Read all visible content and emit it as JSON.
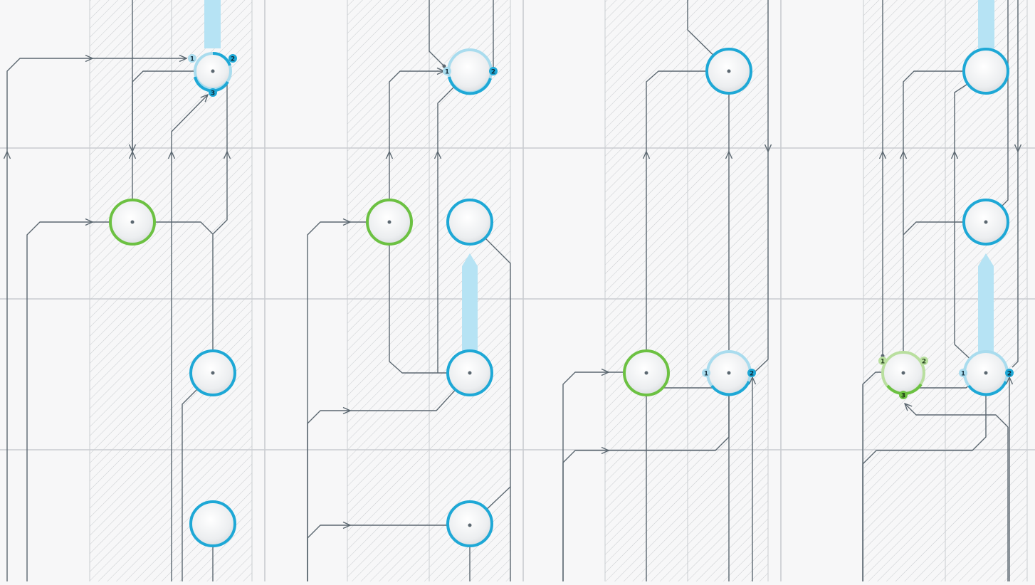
{
  "colors": {
    "background": "#f7f7f8",
    "grid": "#c9ccd0",
    "hatch": "#c4c7cb",
    "wire": "#5b6770",
    "blue": "#1ea8d6",
    "blue_light": "#a9dcee",
    "green": "#6cc142",
    "green_light": "#b9df9f",
    "flow": "#b6e3f4",
    "node_face": "#eceef0"
  },
  "port_labels": {
    "one": "1",
    "two": "2",
    "three": "3"
  },
  "nodes": [
    {
      "id": "p1-merge",
      "color": "blue",
      "ports": [
        "1",
        "2",
        "3"
      ]
    },
    {
      "id": "p1-green",
      "color": "green",
      "ports": []
    },
    {
      "id": "p1-blue-mid",
      "color": "blue",
      "ports": []
    },
    {
      "id": "p1-blue-bottom",
      "color": "blue",
      "ports": []
    },
    {
      "id": "p2-merge",
      "color": "blue",
      "ports": [
        "1",
        "2"
      ]
    },
    {
      "id": "p2-green",
      "color": "green",
      "ports": []
    },
    {
      "id": "p2-blue-upper",
      "color": "blue",
      "ports": []
    },
    {
      "id": "p2-blue-mid",
      "color": "blue",
      "ports": []
    },
    {
      "id": "p2-blue-bottom",
      "color": "blue",
      "ports": []
    },
    {
      "id": "p3-blue-top",
      "color": "blue",
      "ports": []
    },
    {
      "id": "p3-green",
      "color": "green",
      "ports": []
    },
    {
      "id": "p3-merge",
      "color": "blue",
      "ports": [
        "1",
        "2"
      ]
    },
    {
      "id": "p4-blue-top",
      "color": "blue",
      "ports": []
    },
    {
      "id": "p4-blue-upper",
      "color": "blue",
      "ports": []
    },
    {
      "id": "p4-green-merge",
      "color": "green",
      "ports": [
        "1",
        "2",
        "3"
      ]
    },
    {
      "id": "p4-blue-merge",
      "color": "blue",
      "ports": [
        "1",
        "2"
      ]
    }
  ]
}
